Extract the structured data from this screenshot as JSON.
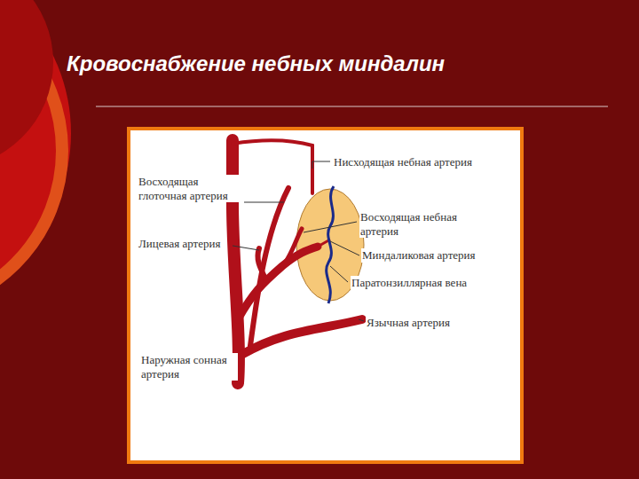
{
  "diagram": {
    "title": "Кровоснабжение небных миндалин",
    "labels": [
      "Нисходящая небная артерия",
      "Восходящая глоточная артерия",
      "Лицевая артерия",
      "Восходящая небная артерия",
      "Миндаликовая артерия",
      "Паратонзиллярная вена",
      "Язычная артерия",
      "Наружная сонная артерия"
    ]
  }
}
